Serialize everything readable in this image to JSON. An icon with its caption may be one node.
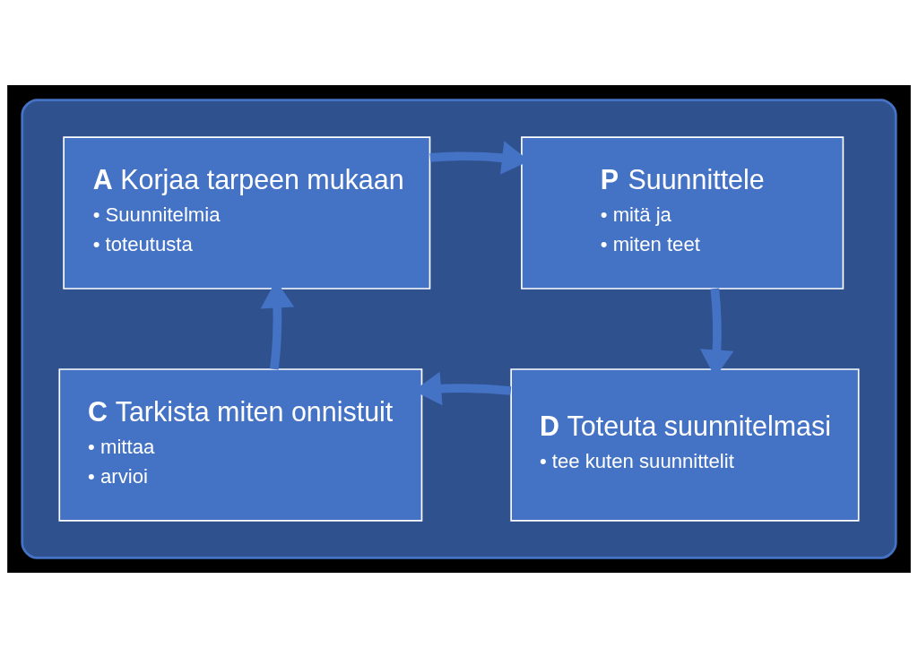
{
  "diagram": {
    "nodes": [
      {
        "text": [],
        "shape": "ellipse"
      },
      {
        "text": [
          "**A** Korjaa tarpeen mukaan",
          "• Suunnitelmia",
          "• toteutusta"
        ],
        "in": 0
      },
      {
        "text": [
          "**P** Suunnittele",
          "• mitä ja",
          "• miten teet"
        ],
        "in": 0
      },
      {
        "text": [
          "**C** Tarkista miten onnistuit",
          "• mittaa",
          "• arvioi"
        ],
        "in": 0
      },
      {
        "text": [
          "**D** Toteuta suunnitelmasi",
          "• tee kuten suunnittelit"
        ],
        "in": 0
      }
    ],
    "edges": [
      {
        "from": 1,
        "to": 2,
        "arrow": "to"
      },
      {
        "from": 2,
        "to": 4,
        "arrow": "to"
      },
      {
        "from": 4,
        "to": 3,
        "arrow": "to"
      },
      {
        "from": 3,
        "to": 1,
        "arrow": "to"
      }
    ]
  }
}
